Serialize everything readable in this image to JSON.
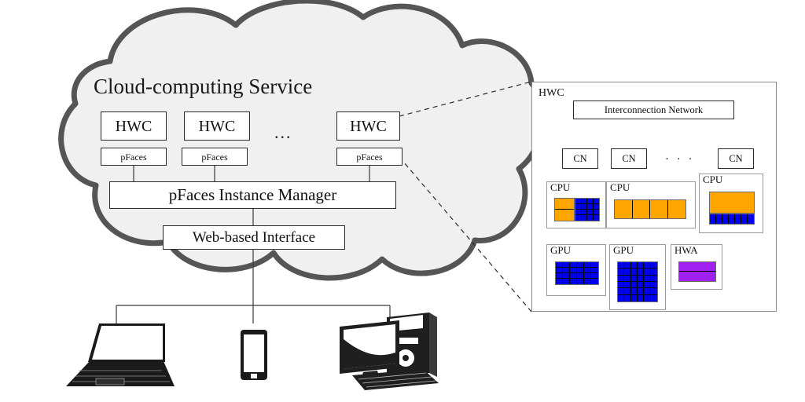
{
  "figure": {
    "cloud_label": "Cloud-computing Service",
    "ellipsis": "..."
  },
  "cloud": {
    "hwc_nodes": [
      {
        "label": "HWC",
        "sub_label": "pFaces"
      },
      {
        "label": "HWC",
        "sub_label": "pFaces"
      },
      {
        "label": "HWC",
        "sub_label": "pFaces"
      }
    ],
    "instance_manager": "pFaces Instance Manager",
    "web_interface": "Web-based Interface"
  },
  "hwc_panel": {
    "title": "HWC",
    "interconnection_network": "Interconnection Network",
    "cn_ellipsis": "· · ·",
    "compute_nodes": [
      {
        "label": "CN"
      },
      {
        "label": "CN"
      },
      {
        "label": "CN"
      }
    ],
    "units": [
      {
        "label": "CPU",
        "kind": "cpu",
        "blocks": [
          {
            "color": "#FFA500",
            "cols": 1,
            "rows": 2
          },
          {
            "color": "#0000EE",
            "cols": 4,
            "rows": 4
          }
        ]
      },
      {
        "label": "CPU",
        "kind": "cpu",
        "blocks": [
          {
            "color": "#FFA500",
            "cols": 4,
            "rows": 1
          }
        ]
      },
      {
        "label": "CPU",
        "kind": "cpu",
        "blocks": [
          {
            "color": "#FFA500",
            "cols": 1,
            "rows": 1
          },
          {
            "color": "#0000EE",
            "cols": 7,
            "rows": 1
          }
        ]
      },
      {
        "label": "GPU",
        "kind": "gpu",
        "blocks": [
          {
            "color": "#0000EE",
            "cols": 6,
            "rows": 4
          }
        ]
      },
      {
        "label": "GPU",
        "kind": "gpu",
        "blocks": [
          {
            "color": "#0000EE",
            "cols": 6,
            "rows": 6
          }
        ]
      },
      {
        "label": "HWA",
        "kind": "hwa",
        "blocks": [
          {
            "color": "#A020F0",
            "cols": 1,
            "rows": 2
          }
        ]
      }
    ]
  },
  "clients": [
    {
      "name": "laptop"
    },
    {
      "name": "smartphone"
    },
    {
      "name": "desktop-computer"
    }
  ],
  "colors": {
    "cloud_fill": "#f0f0f0",
    "cloud_stroke": "#555555",
    "box_stroke": "#2b2b2b",
    "panel_stroke": "#8a8a8a",
    "cpu_orange": "#FFA500",
    "gpu_blue": "#0000EE",
    "hwa_purple": "#A020F0",
    "device_dark": "#1a1a1a"
  }
}
